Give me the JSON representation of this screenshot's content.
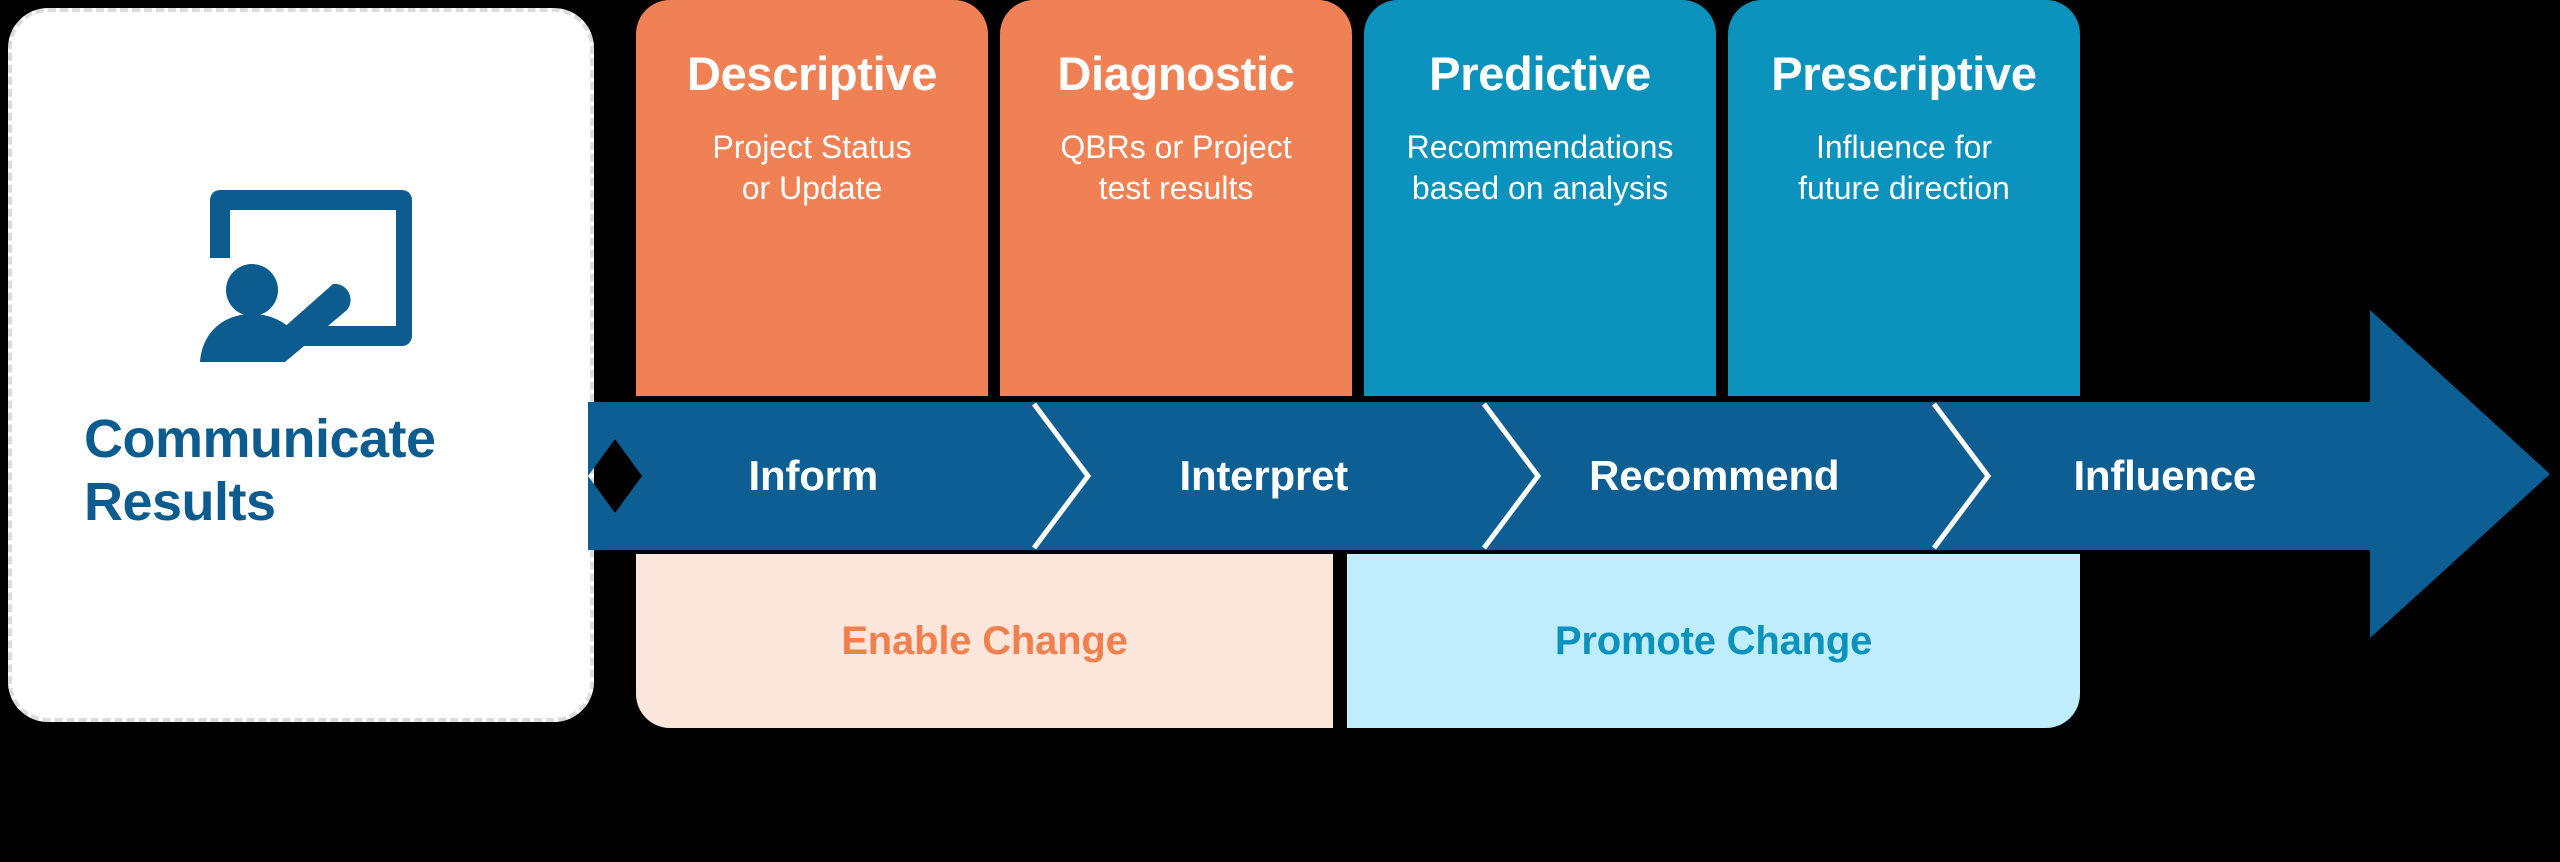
{
  "left_card": {
    "icon_name": "presenter-whiteboard-icon",
    "title": "Communicate\nResults"
  },
  "cards": [
    {
      "title": "Descriptive",
      "subtitle": "Project Status\nor Update",
      "color": "#f08155",
      "tone": "orange"
    },
    {
      "title": "Diagnostic",
      "subtitle": "QBRs or Project\ntest results",
      "color": "#f08155",
      "tone": "orange"
    },
    {
      "title": "Predictive",
      "subtitle": "Recommendations\nbased on analysis",
      "color": "#0b93bd",
      "tone": "teal"
    },
    {
      "title": "Prescriptive",
      "subtitle": "Influence for\nfuture direction",
      "color": "#0b93bd",
      "tone": "teal"
    }
  ],
  "arrow_band": {
    "color": "#0c5e93",
    "steps": [
      {
        "label": "Inform"
      },
      {
        "label": "Interpret"
      },
      {
        "label": "Recommend"
      },
      {
        "label": "Influence"
      }
    ]
  },
  "bottom_bands": [
    {
      "label": "Enable Change",
      "background": "#fce5da",
      "text_color": "#f0814f"
    },
    {
      "label": "Promote Change",
      "background": "#c0edfb",
      "text_color": "#0b93bd"
    }
  ],
  "palette": {
    "orange": "#f08155",
    "teal": "#0b93bd",
    "dark_blue": "#0c5e93",
    "peach": "#fce5da",
    "light_blue": "#c0edfb",
    "dashed_border": "#dcdcdc",
    "white": "#ffffff",
    "background": "#000000"
  }
}
